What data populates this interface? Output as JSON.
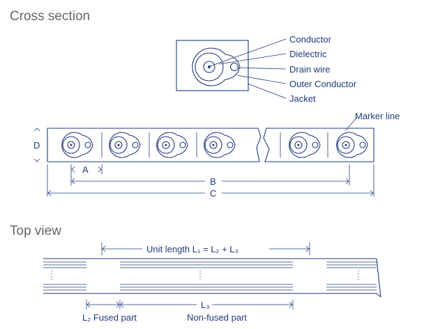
{
  "headings": {
    "cross_section": "Cross section",
    "top_view": "Top view"
  },
  "callouts": {
    "conductor": "Conductor",
    "dielectric": "Dielectric",
    "drain_wire": "Drain wire",
    "outer_conductor": "Outer Conductor",
    "jacket": "Jacket",
    "marker_line": "Marker line"
  },
  "dimensions": {
    "d": "D",
    "a": "A",
    "b": "B",
    "c": "C"
  },
  "top_view": {
    "unit_length": "Unit length  L₁ = L₂ + L₃",
    "l3": "L₃",
    "l2_fused": "L₂ Fused part",
    "non_fused": "Non-fused part"
  },
  "colors": {
    "ink": "#1f3a7a",
    "heading": "#666666"
  }
}
